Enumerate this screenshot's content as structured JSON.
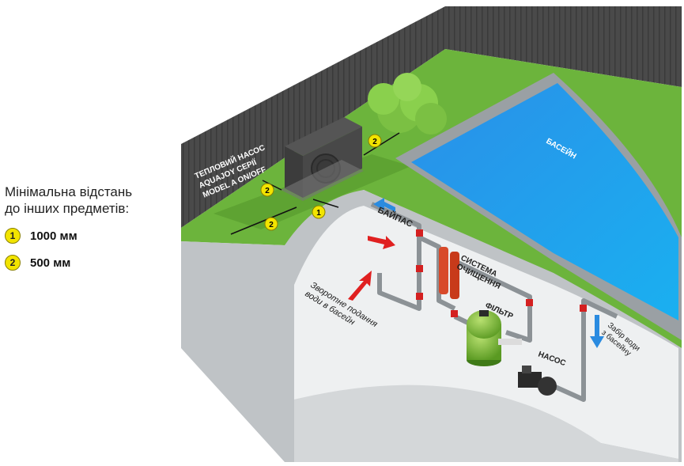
{
  "legend": {
    "title_line1": "Мінімальна відстань",
    "title_line2": "до інших предметів:",
    "items": [
      {
        "badge": "1",
        "value": "1000 мм"
      },
      {
        "badge": "2",
        "value": "500 мм"
      }
    ]
  },
  "heat_pump": {
    "line1": "ТЕПЛОВИЙ НАСОС",
    "line2": "AQUAJOY СЕРІЇ",
    "line3": "MODEL A ON/OFF"
  },
  "pool_label": "БАСЕЙН",
  "bypass_label": "БАЙПАС",
  "cleaning_line1": "СИСТЕМА",
  "cleaning_line2": "ОЧИЩЕННЯ",
  "filter_label": "ФІЛЬТР",
  "pump_label": "НАСОС",
  "return_line1": "Зворотне подання",
  "return_line2": "води в басейн",
  "intake_line1": "Забір води",
  "intake_line2": "з басейну",
  "markers": {
    "one": "1",
    "two": "2"
  },
  "colors": {
    "accent_yellow": "#f2e400",
    "pool_blue": "#1e96e6",
    "grass": "#6cb43c",
    "arrow_red": "#e02020",
    "arrow_blue": "#2a8be0"
  }
}
